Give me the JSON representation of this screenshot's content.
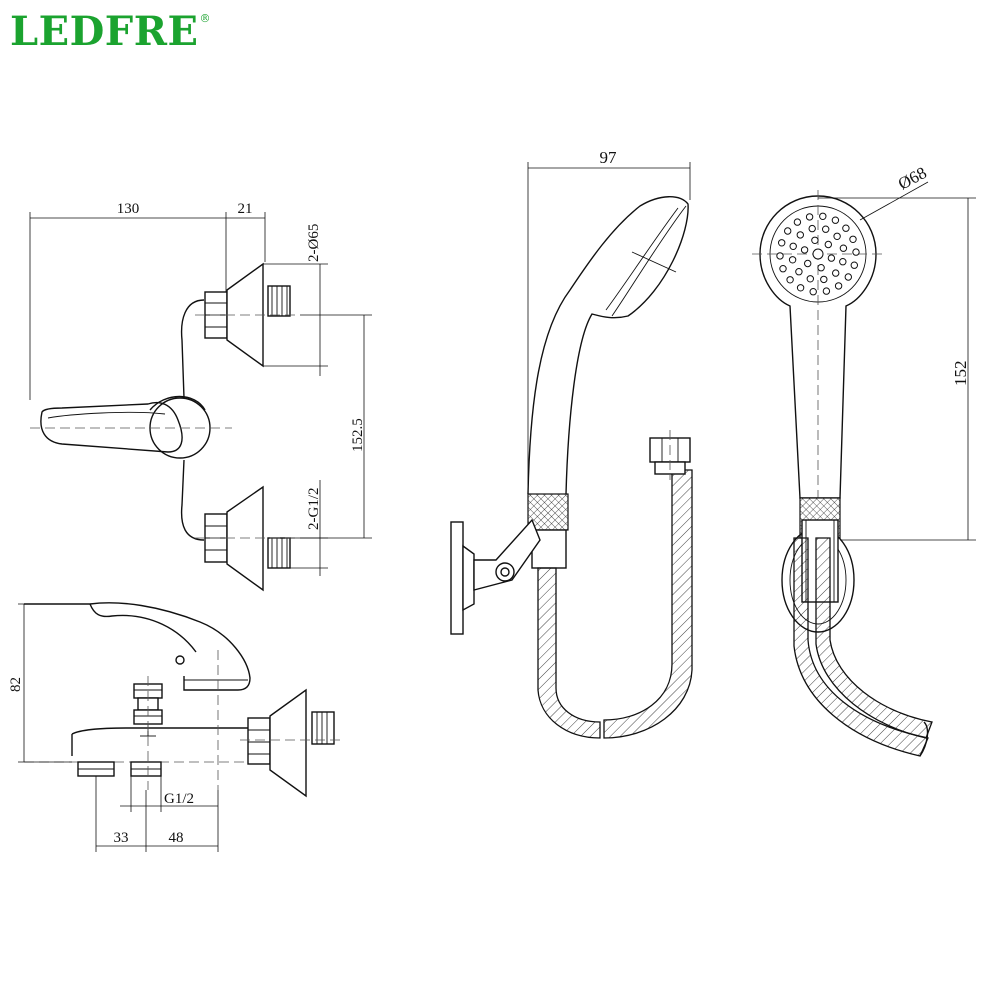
{
  "brand": {
    "name": "LEDFRE",
    "mark": "®"
  },
  "dimensions": {
    "mixer_width": "130",
    "mixer_offset": "21",
    "inlet_diameter": "2-Ø65",
    "center_distance": "152.5",
    "inlet_thread": "2-G1/2",
    "side_height": "82",
    "outlet_thread": "G1/2",
    "base_left": "33",
    "base_right": "48",
    "handshower_width": "97",
    "head_diameter": "Ø68",
    "handshower_length": "152"
  },
  "colors": {
    "brand": "#1ba32f",
    "line": "#111111"
  }
}
